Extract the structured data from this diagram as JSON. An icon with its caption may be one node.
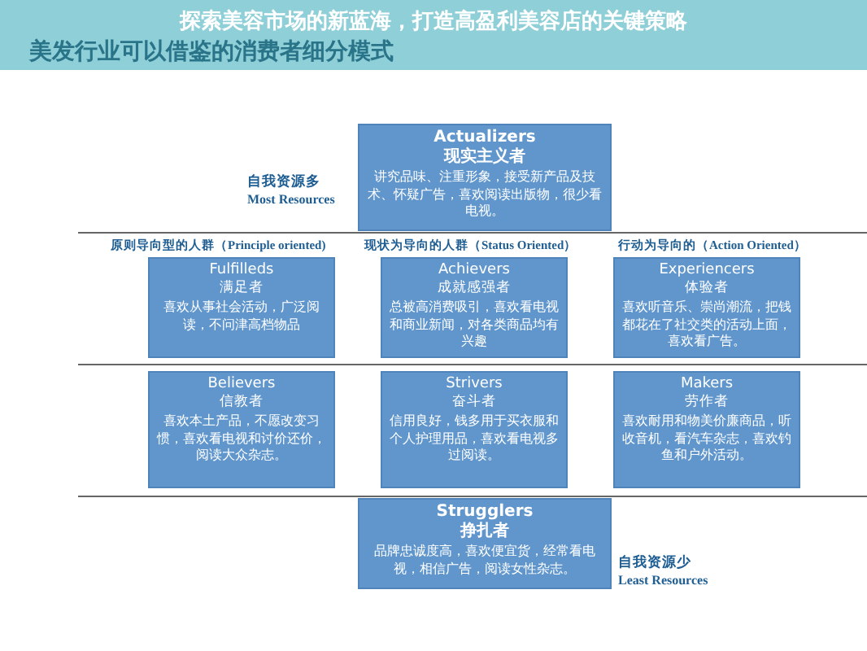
{
  "diagram": {
    "title": "探索美容市场的新蓝海，打造高盈利美容店的关键策略",
    "nodes": [
      {
        "text": [
          "Actualizers",
          "现实主义者",
          "讲究品味、注重形象，接受新产品及技术、怀疑广告，喜欢阅读出版物，很少看电视。"
        ]
      },
      {
        "text": [
          "Fulfilleds",
          "满足者",
          "喜欢从事社会活动，广泛阅读，不问津高档物品"
        ]
      },
      {
        "text": [
          "Achievers",
          "成就感强者",
          "总被高消费吸引，喜欢看电视和商业新闻，对各类商品均有兴趣"
        ]
      },
      {
        "text": [
          "Experiencers",
          "体验者",
          "喜欢听音乐、崇尚潮流，把钱都花在了社交类的活动上面，喜欢看广告。"
        ]
      },
      {
        "text": [
          "Believers",
          "信教者",
          "喜欢本土产品，不愿改变习惯，喜欢看电视和讨价还价，阅读大众杂志。"
        ]
      },
      {
        "text": [
          "Strivers",
          "奋斗者",
          "信用良好，钱多用于买衣服和个人护理用品，喜欢看电视多过阅读。"
        ]
      },
      {
        "text": [
          "Makers",
          "劳作者",
          "喜欢耐用和物美价廉商品，听收音机，看汽车杂志，喜欢钓鱼和户外活动。"
        ]
      },
      {
        "text": [
          "Strugglers",
          "挣扎者",
          "品牌忠诚度高，喜欢便宜货，经常看电视，相信广告，阅读女性杂志。"
        ]
      }
    ],
    "labels": [
      "美发行业可以借鉴的消费者细分模式",
      "自我资源多",
      "Most Resources",
      "原则导向型的人群（Principle oriented)",
      "现状为导向的人群（Status Oriented）",
      "行动为导向的（Action Oriented）",
      "自我资源少",
      "Least Resources"
    ]
  }
}
